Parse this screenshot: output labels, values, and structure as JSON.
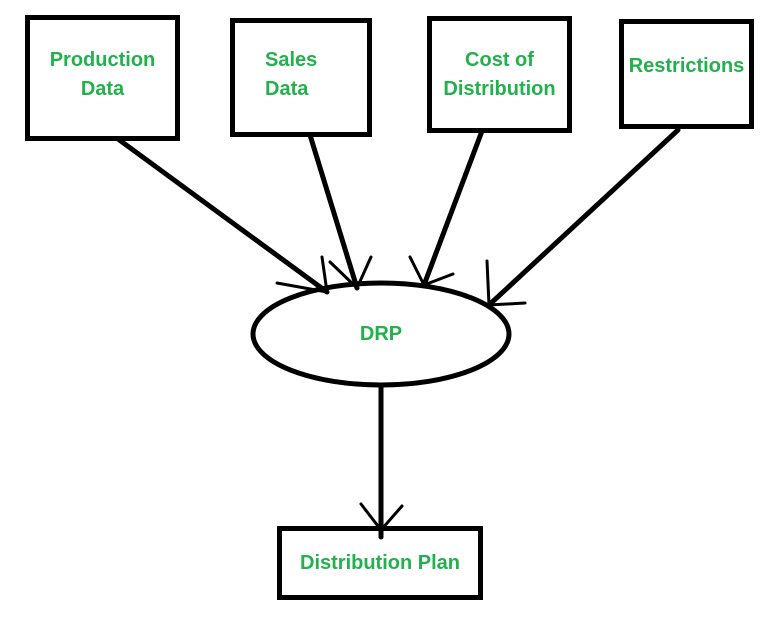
{
  "diagram": {
    "background_color": "#ffffff",
    "line_color": "#000000",
    "text_color": "#22B14C",
    "nodes": {
      "production": {
        "label": "Production\nData",
        "shape": "rectangle",
        "role": "input"
      },
      "sales": {
        "label": "Sales\nData",
        "shape": "rectangle",
        "role": "input"
      },
      "cost": {
        "label": "Cost of\nDistribution",
        "shape": "rectangle",
        "role": "input"
      },
      "restrictions": {
        "label": "Restrictions",
        "shape": "rectangle",
        "role": "input"
      },
      "drp": {
        "label": "DRP",
        "shape": "ellipse",
        "role": "process"
      },
      "plan": {
        "label": "Distribution Plan",
        "shape": "rectangle",
        "role": "output"
      }
    },
    "edges": [
      {
        "from": "production",
        "to": "drp"
      },
      {
        "from": "sales",
        "to": "drp"
      },
      {
        "from": "cost",
        "to": "drp"
      },
      {
        "from": "restrictions",
        "to": "drp"
      },
      {
        "from": "drp",
        "to": "plan"
      }
    ]
  }
}
